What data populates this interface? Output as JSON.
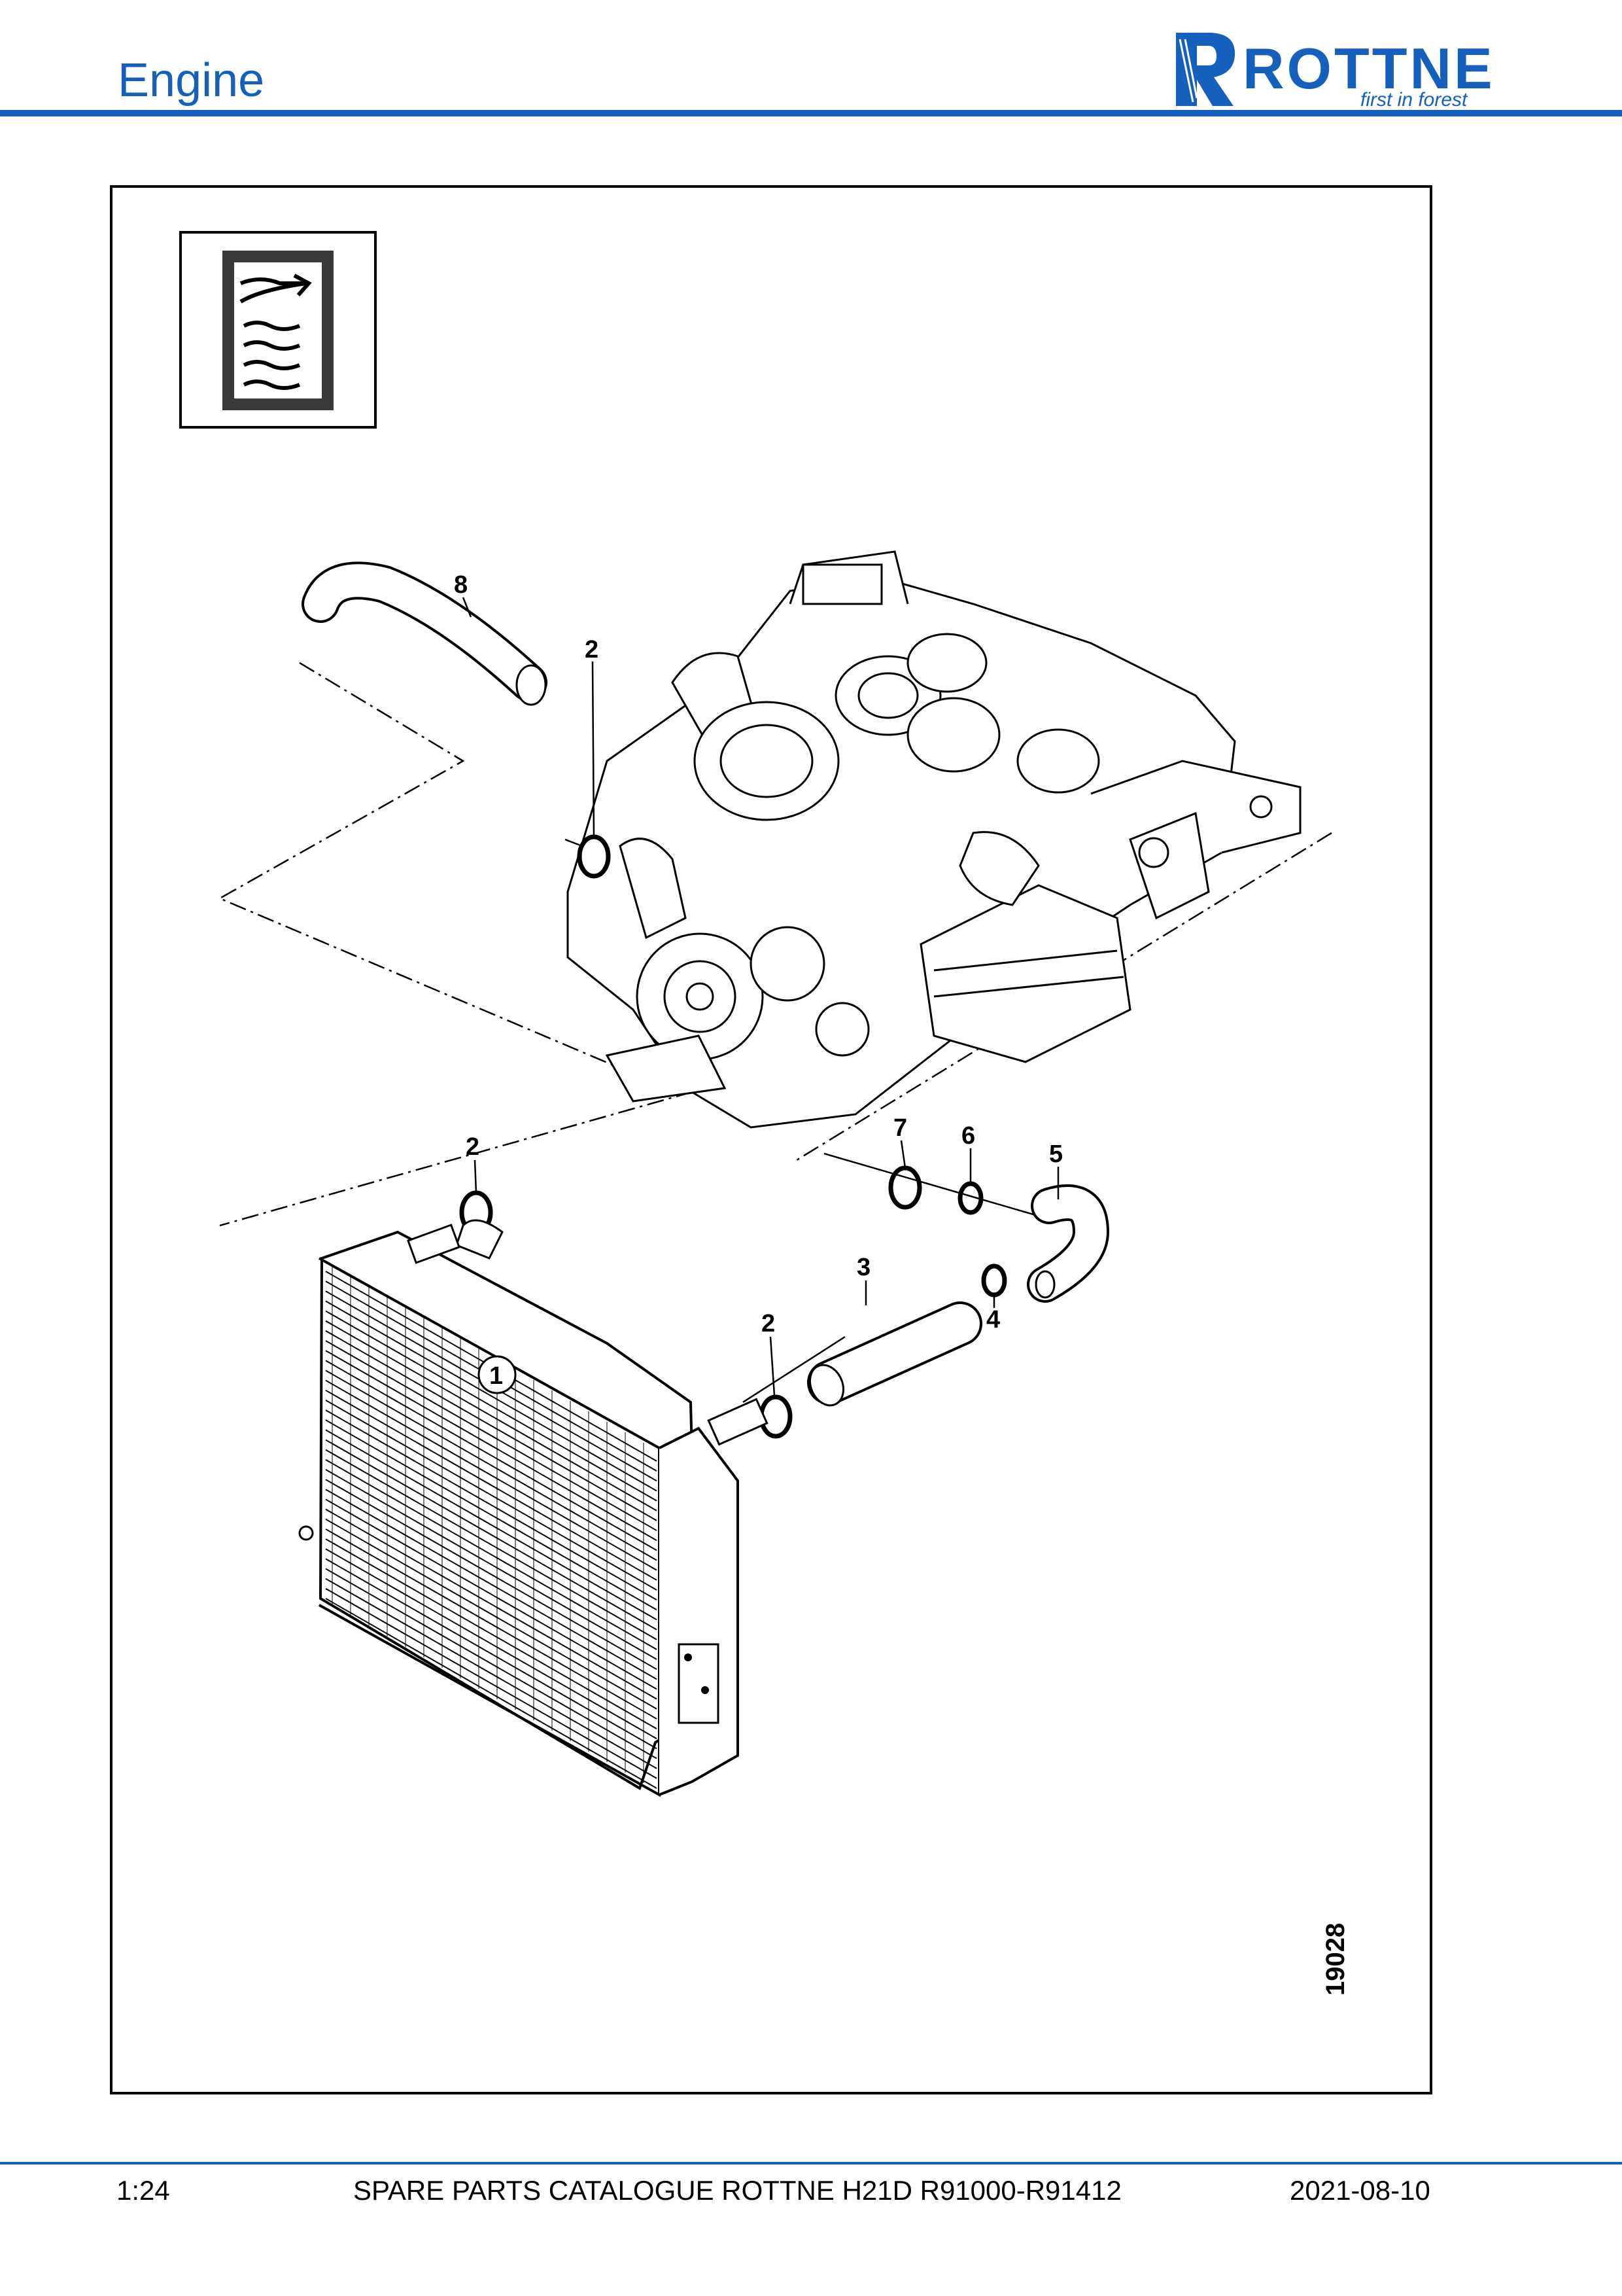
{
  "header": {
    "title": "Engine",
    "brand": "ROTTNE",
    "tagline": "first in forest",
    "accent_color": "#1560bd"
  },
  "illustration": {
    "figure_number": "19028",
    "symbol_icon": "coolant-heat-exchanger-icon",
    "callouts": [
      "8",
      "2",
      "2",
      "7",
      "6",
      "5",
      "3",
      "4",
      "2",
      "1"
    ]
  },
  "footer": {
    "page": "1:24",
    "catalogue": "SPARE PARTS CATALOGUE ROTTNE H21D R91000-R91412",
    "date": "2021-08-10"
  }
}
